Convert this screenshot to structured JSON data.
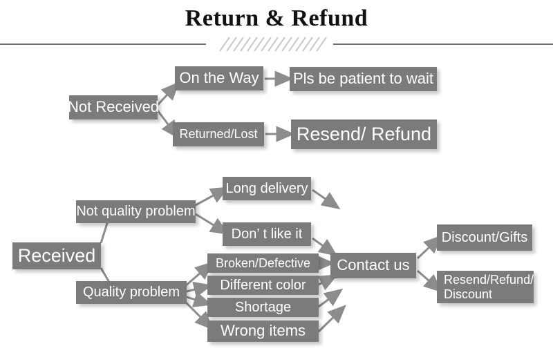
{
  "page": {
    "title": "Return & Refund",
    "background": "#ffffff",
    "box_fill": "#7b7b7b",
    "box_text": "#ffffff",
    "arrow_color": "#8c8c8c",
    "title_color": "#111111",
    "divider_color": "#6d6d6d"
  },
  "diagram": {
    "type": "flowchart",
    "branches": [
      {
        "root": "Not Received",
        "paths": [
          {
            "step": "On the Way",
            "outcome": "Pls be patient to wait"
          },
          {
            "step": "Returned/Lost",
            "outcome": "Resend/ Refund"
          }
        ]
      },
      {
        "root": "Received",
        "paths": [
          {
            "category": "Not quality problem",
            "reasons": [
              "Long delivery",
              "Don’ t like it"
            ]
          },
          {
            "category": "Quality problem",
            "reasons": [
              "Broken/Defective",
              "Different color",
              "Shortage",
              "Wrong items"
            ]
          }
        ],
        "converge": "Contact us",
        "outcomes": [
          "Discount/Gifts",
          "Resend/Refund/\nDiscount"
        ]
      }
    ]
  },
  "nodes": {
    "not_received": "Not Received",
    "on_the_way": "On the Way",
    "pls_be_patient": "Pls be patient to wait",
    "returned_lost": "Returned/Lost",
    "resend_refund": "Resend/ Refund",
    "received": "Received",
    "not_quality_problem": "Not quality problem",
    "long_delivery": "Long delivery",
    "dont_like_it": "Don’ t like it",
    "quality_problem": "Quality problem",
    "broken_defective": "Broken/Defective",
    "different_color": "Different color",
    "shortage": "Shortage",
    "wrong_items": "Wrong items",
    "contact_us": "Contact us",
    "discount_gifts": "Discount/Gifts",
    "resend_refund_discount": "Resend/Refund/\nDiscount"
  }
}
